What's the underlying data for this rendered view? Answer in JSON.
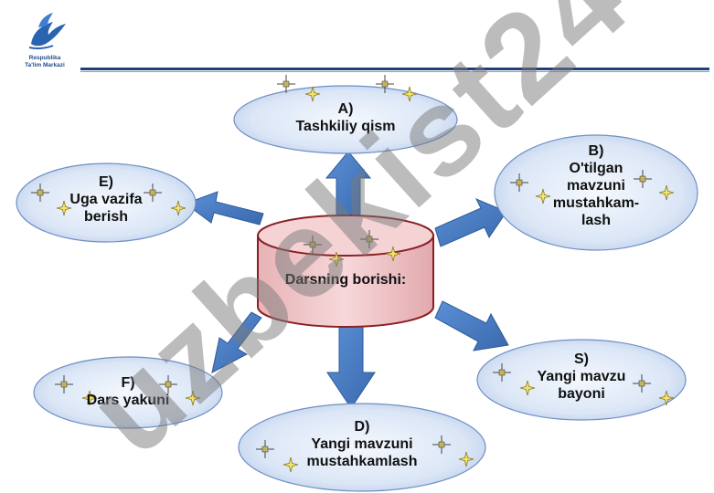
{
  "header": {
    "logo_line1": "Respublika",
    "logo_line2": "Ta'lim Markazi"
  },
  "center": {
    "label": "Darsning borishi:"
  },
  "nodes": {
    "a": {
      "letter": "A)",
      "line1": "Tashkiliy qism"
    },
    "b": {
      "letter": "B)",
      "line1": "O'tilgan",
      "line2": "mavzuni",
      "line3": "mustahkam-",
      "line4": "lash"
    },
    "e": {
      "letter": "E)",
      "line1": "Uga vazifa",
      "line2": "berish"
    },
    "s": {
      "letter": "S)",
      "line1": "Yangi mavzu",
      "line2": "bayoni"
    },
    "f": {
      "letter": "F)",
      "line1": "Dars yakuni"
    },
    "d": {
      "letter": "D)",
      "line1": "Yangi mavzuni",
      "line2": "mustahkamlash"
    }
  },
  "watermark": {
    "text": "uzbekist24"
  },
  "colors": {
    "ellipse_fill": "#dbe6f6",
    "ellipse_stroke": "#6f8fc4",
    "arrow_fill": "#4a7cc4",
    "arrow_stroke": "#2f5b99",
    "cylinder_fill": "#f0c9cb",
    "cylinder_stroke": "#8a1f24",
    "header_rule": "#1e3f7a",
    "logo_blue": "#1f4e8c",
    "watermark_gray": "#7a7a7a",
    "watermark_violet": "#a98bd6"
  },
  "icons": [
    "dove-logo-icon",
    "sparkle-icon"
  ]
}
